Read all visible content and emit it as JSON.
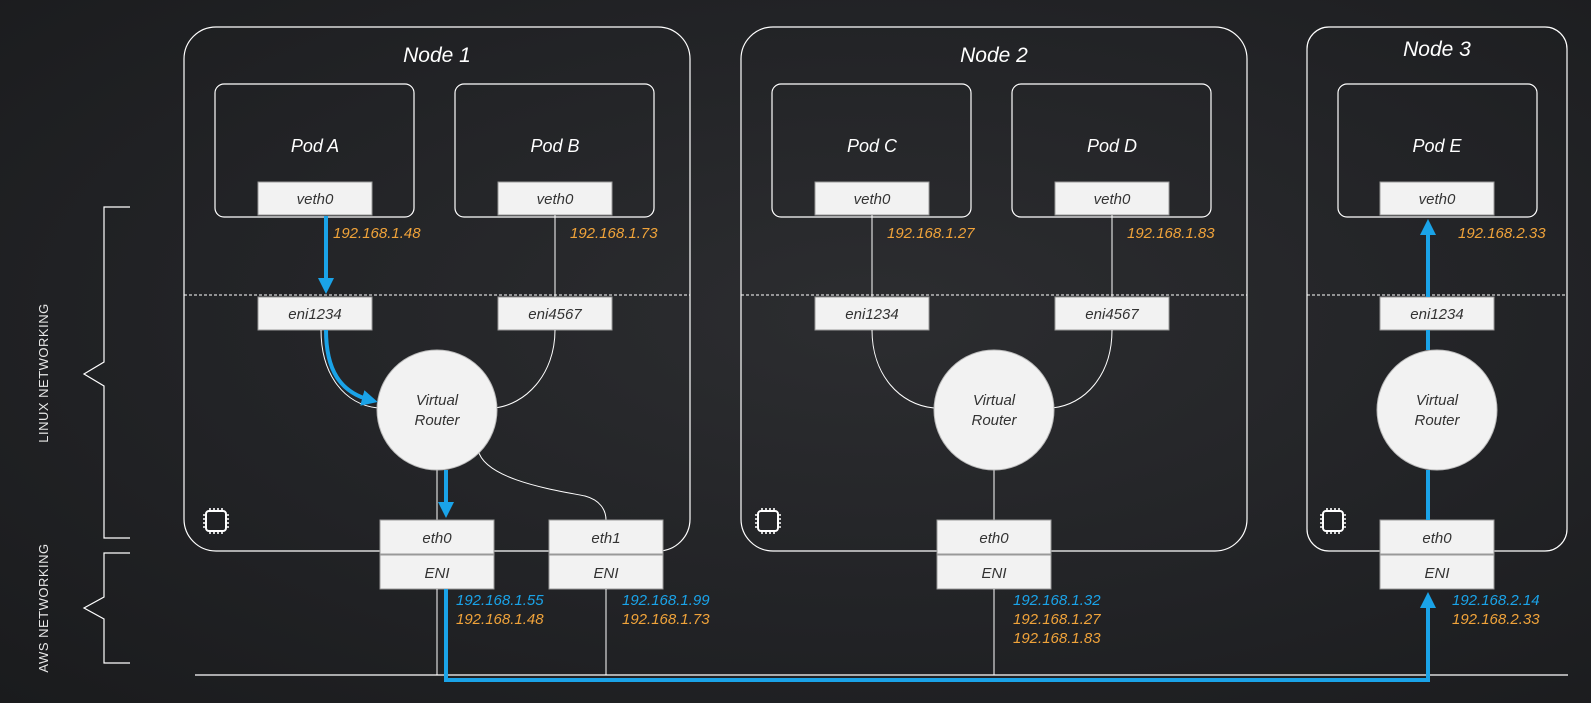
{
  "colors": {
    "background": "#222326",
    "line": "#ffffff",
    "box_fill": "#f2f2f2",
    "flow_arrow": "#1aa3e8",
    "ip_pod": "#f0a33a",
    "ip_primary": "#1aa3e8"
  },
  "side_labels": {
    "linux": "LINUX NETWORKING",
    "aws": "AWS NETWORKING"
  },
  "icons": {
    "chip": "chip-icon"
  },
  "nodes": [
    {
      "title": "Node 1",
      "pods": [
        {
          "name": "Pod A",
          "iface": "veth0",
          "ip": "192.168.1.48",
          "host_iface": "eni1234"
        },
        {
          "name": "Pod B",
          "iface": "veth0",
          "ip": "192.168.1.73",
          "host_iface": "eni4567"
        }
      ],
      "router_line1": "Virtual",
      "router_line2": "Router",
      "nics": [
        {
          "eth": "eth0",
          "eni": "ENI",
          "primary_ip": "192.168.1.55",
          "secondary_ips": [
            "192.168.1.48"
          ]
        },
        {
          "eth": "eth1",
          "eni": "ENI",
          "primary_ip": "192.168.1.99",
          "secondary_ips": [
            "192.168.1.73"
          ]
        }
      ]
    },
    {
      "title": "Node 2",
      "pods": [
        {
          "name": "Pod C",
          "iface": "veth0",
          "ip": "192.168.1.27",
          "host_iface": "eni1234"
        },
        {
          "name": "Pod D",
          "iface": "veth0",
          "ip": "192.168.1.83",
          "host_iface": "eni4567"
        }
      ],
      "router_line1": "Virtual",
      "router_line2": "Router",
      "nics": [
        {
          "eth": "eth0",
          "eni": "ENI",
          "primary_ip": "192.168.1.32",
          "secondary_ips": [
            "192.168.1.27",
            "192.168.1.83"
          ]
        }
      ]
    },
    {
      "title": "Node 3",
      "pods": [
        {
          "name": "Pod E",
          "iface": "veth0",
          "ip": "192.168.2.33",
          "host_iface": "eni1234"
        }
      ],
      "router_line1": "Virtual",
      "router_line2": "Router",
      "nics": [
        {
          "eth": "eth0",
          "eni": "ENI",
          "primary_ip": "192.168.2.14",
          "secondary_ips": [
            "192.168.2.33"
          ]
        }
      ]
    }
  ]
}
